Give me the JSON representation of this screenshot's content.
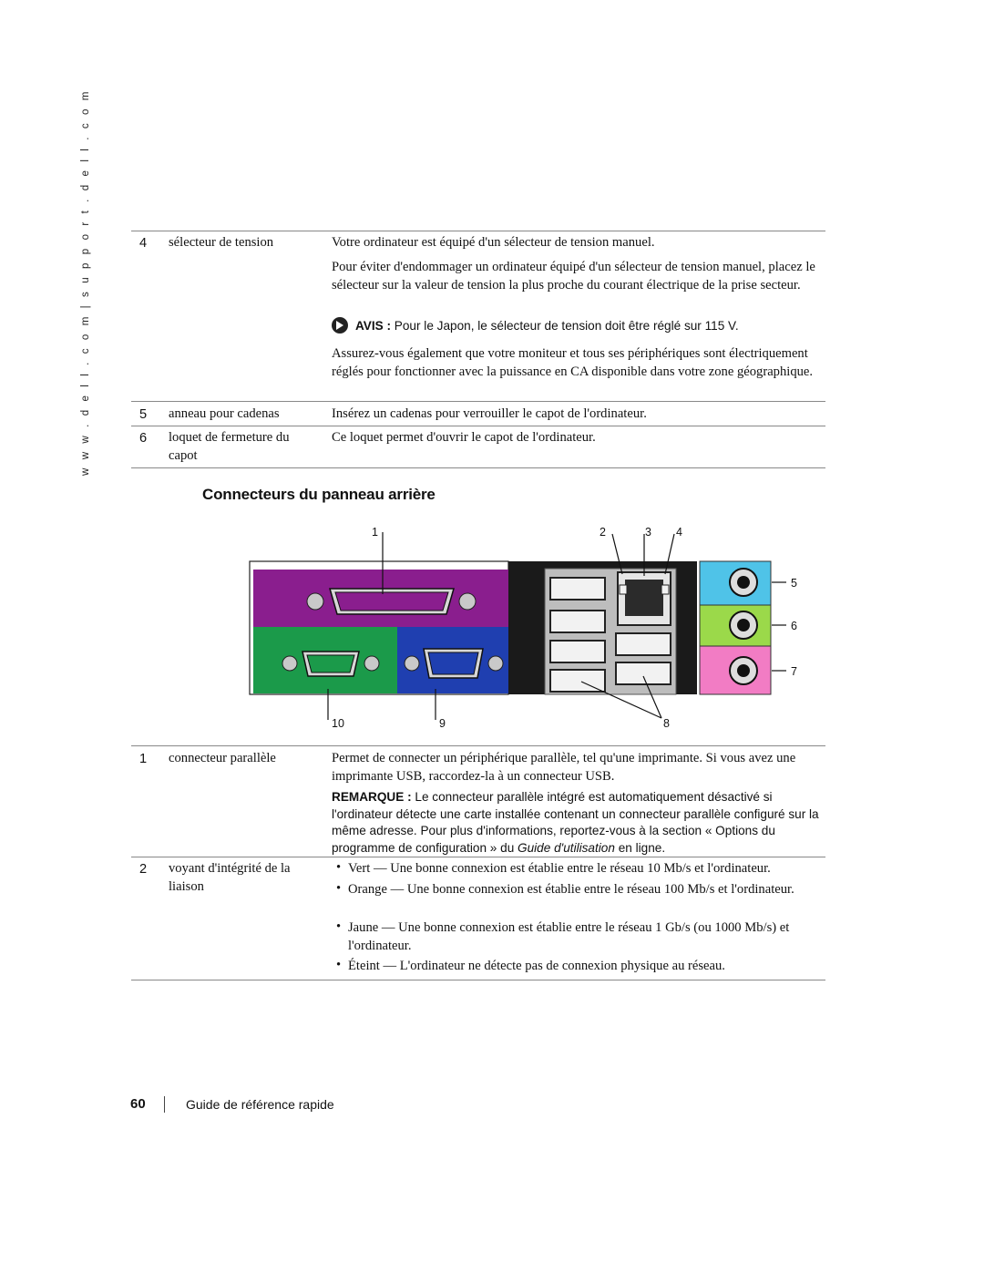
{
  "side_url": "w w w . d e l l . c o m   |   s u p p o r t . d e l l . c o m",
  "top_table": [
    {
      "num": "4",
      "label": "sélecteur de tension",
      "paragraphs": [
        "Votre ordinateur est équipé d'un sélecteur de tension manuel.",
        "Pour éviter d'endommager un ordinateur équipé d'un sélecteur de tension manuel, placez le sélecteur sur la valeur de tension la plus proche du courant électrique de la prise secteur."
      ],
      "notice_prefix": "AVIS :",
      "notice_text": " Pour le Japon, le sélecteur de tension doit être réglé sur 115 V.",
      "paragraph_after": "Assurez-vous également que votre moniteur et tous ses périphériques sont électriquement réglés pour fonctionner avec la puissance en CA disponible dans votre zone géographique."
    },
    {
      "num": "5",
      "label": "anneau pour cadenas",
      "text": "Insérez un cadenas pour verrouiller le capot de l'ordinateur."
    },
    {
      "num": "6",
      "label": "loquet de fermeture du capot",
      "text": "Ce loquet permet d'ouvrir le capot de l'ordinateur."
    }
  ],
  "section_title": "Connecteurs du panneau arrière",
  "figure": {
    "callouts": [
      "1",
      "2",
      "3",
      "4",
      "5",
      "6",
      "7",
      "8",
      "9",
      "10"
    ],
    "colors": {
      "parallel": "#8a1e8e",
      "serial": "#1b9a4a",
      "vga": "#1f3fb0",
      "line_in": "#4fc3e8",
      "line_out": "#9bd94a",
      "mic": "#f27cc4",
      "panel": "#1a1a1a"
    }
  },
  "bottom_table": [
    {
      "num": "1",
      "label": "connecteur parallèle",
      "text": "Permet de connecter un périphérique parallèle, tel qu'une imprimante. Si vous avez une imprimante USB, raccordez-la à un connecteur USB.",
      "note_prefix": "REMARQUE :",
      "note_text": " Le connecteur parallèle intégré est automatiquement désactivé si l'ordinateur détecte une carte installée contenant un connecteur parallèle configuré sur la même adresse. Pour plus d'informations, reportez-vous à la section « Options du programme de configuration » du ",
      "note_italic": "Guide d'utilisation",
      "note_end": " en ligne."
    },
    {
      "num": "2",
      "label": "voyant d'intégrité de la liaison",
      "bullets": [
        "Vert — Une bonne connexion est établie entre le réseau 10 Mb/s et l'ordinateur.",
        "Orange — Une bonne connexion est établie entre le réseau 100 Mb/s et l'ordinateur.",
        "Jaune — Une bonne connexion est établie entre le réseau 1 Gb/s (ou 1000 Mb/s) et l'ordinateur.",
        "Éteint — L'ordinateur ne détecte pas de connexion physique au réseau."
      ]
    }
  ],
  "footer": {
    "page_number": "60",
    "title": "Guide de référence rapide"
  }
}
